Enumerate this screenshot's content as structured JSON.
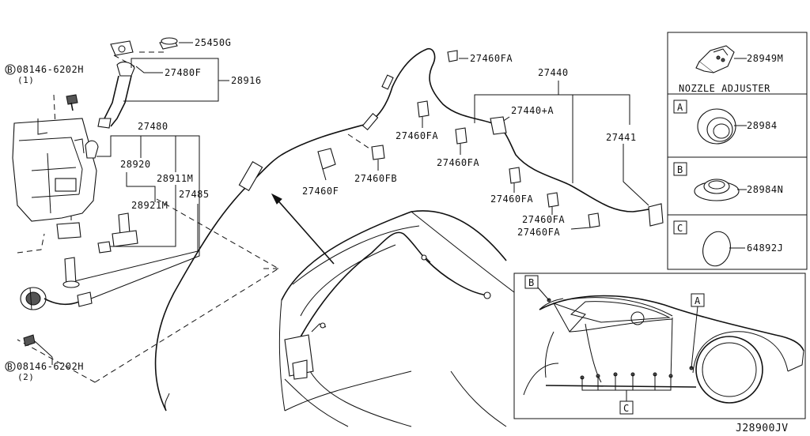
{
  "labels": {
    "p25450g": "25450G",
    "p27480f": "27480F",
    "p28916": "28916",
    "p27480": "27480",
    "p28920": "28920",
    "p28911m": "28911M",
    "p27485": "27485",
    "p28921m": "28921M",
    "bolt_top": "08146-6202H",
    "bolt_top_qty": "(1)",
    "bolt_bottom": "08146-6202H",
    "bolt_bottom_qty": "(2)",
    "bolt_badge": "B",
    "p27460fa_top": "27460FA",
    "p27440": "27440",
    "p27440a": "27440+A",
    "p27460fa_a": "27460FA",
    "p27460fa_b": "27460FA",
    "p27441": "27441",
    "p27460f": "27460F",
    "p27460fb": "27460FB",
    "p27460fa_c": "27460FA",
    "p27460fa_d": "27460FA",
    "p27460fa_e": "27460FA",
    "p28949m": "28949M",
    "nozzle_adjuster": "NOZZLE ADJUSTER",
    "inset_a": "A",
    "p28984": "28984",
    "inset_b": "B",
    "p28984n": "28984N",
    "inset_c": "C",
    "p64892j": "64892J",
    "car_b": "B",
    "car_a": "A",
    "car_c": "C",
    "code": "J28900JV"
  }
}
